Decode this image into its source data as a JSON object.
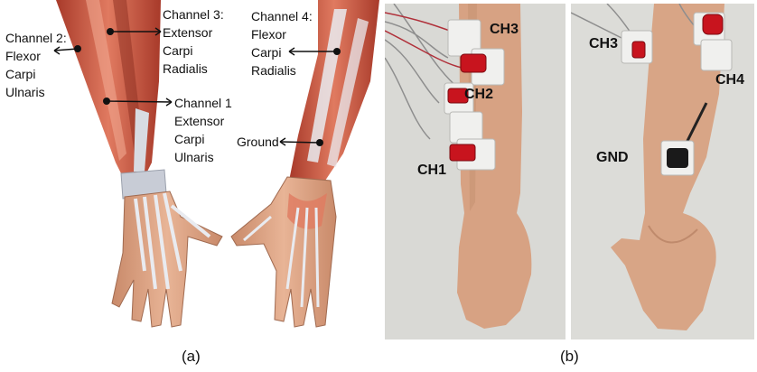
{
  "panel_a": {
    "labels": {
      "ch2": [
        "Channel 2:",
        "Flexor",
        "Carpi",
        "Ulnaris"
      ],
      "ch3": [
        "Channel 3:",
        "Extensor",
        "Carpi",
        "Radialis"
      ],
      "ch4": [
        "Channel 4:",
        "Flexor",
        "Carpi",
        "Radialis"
      ],
      "ch1": [
        "Channel 1",
        "Extensor",
        "Carpi",
        "Ulnaris"
      ],
      "ground": "Ground"
    },
    "caption": "(a)"
  },
  "panel_b": {
    "labels": {
      "ch3_left": "CH3",
      "ch2": "CH2",
      "ch1": "CH1",
      "ch3_right": "CH3",
      "ch4": "CH4",
      "gnd": "GND"
    },
    "caption": "(b)"
  },
  "colors": {
    "muscle": "#c9523e",
    "muscle_light": "#e07a60",
    "tendon": "#dcdfe6",
    "skin": "#d9a27f",
    "electrode_clip": "#c8141e"
  }
}
